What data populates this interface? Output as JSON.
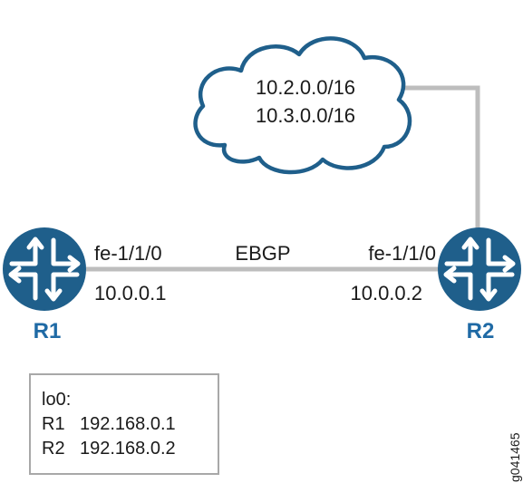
{
  "cloud": {
    "prefix_1": "10.2.0.0/16",
    "prefix_2": "10.3.0.0/16"
  },
  "routers": {
    "r1": {
      "name": "R1",
      "interface": "fe-1/1/0",
      "address": "10.0.0.1"
    },
    "r2": {
      "name": "R2",
      "interface": "fe-1/1/0",
      "address": "10.0.0.2"
    }
  },
  "link": {
    "label": "EBGP"
  },
  "legend": {
    "title": "lo0:",
    "rows": [
      {
        "router": "R1",
        "address": "192.168.0.1"
      },
      {
        "router": "R2",
        "address": "192.168.0.2"
      }
    ]
  },
  "figure_id": "g041465",
  "colors": {
    "router_fill": "#1f5f8b",
    "cloud_stroke": "#1f5f8b",
    "link": "#bdbdbd",
    "router_label": "#1f6aa5",
    "legend_border": "#a8a8a8"
  }
}
